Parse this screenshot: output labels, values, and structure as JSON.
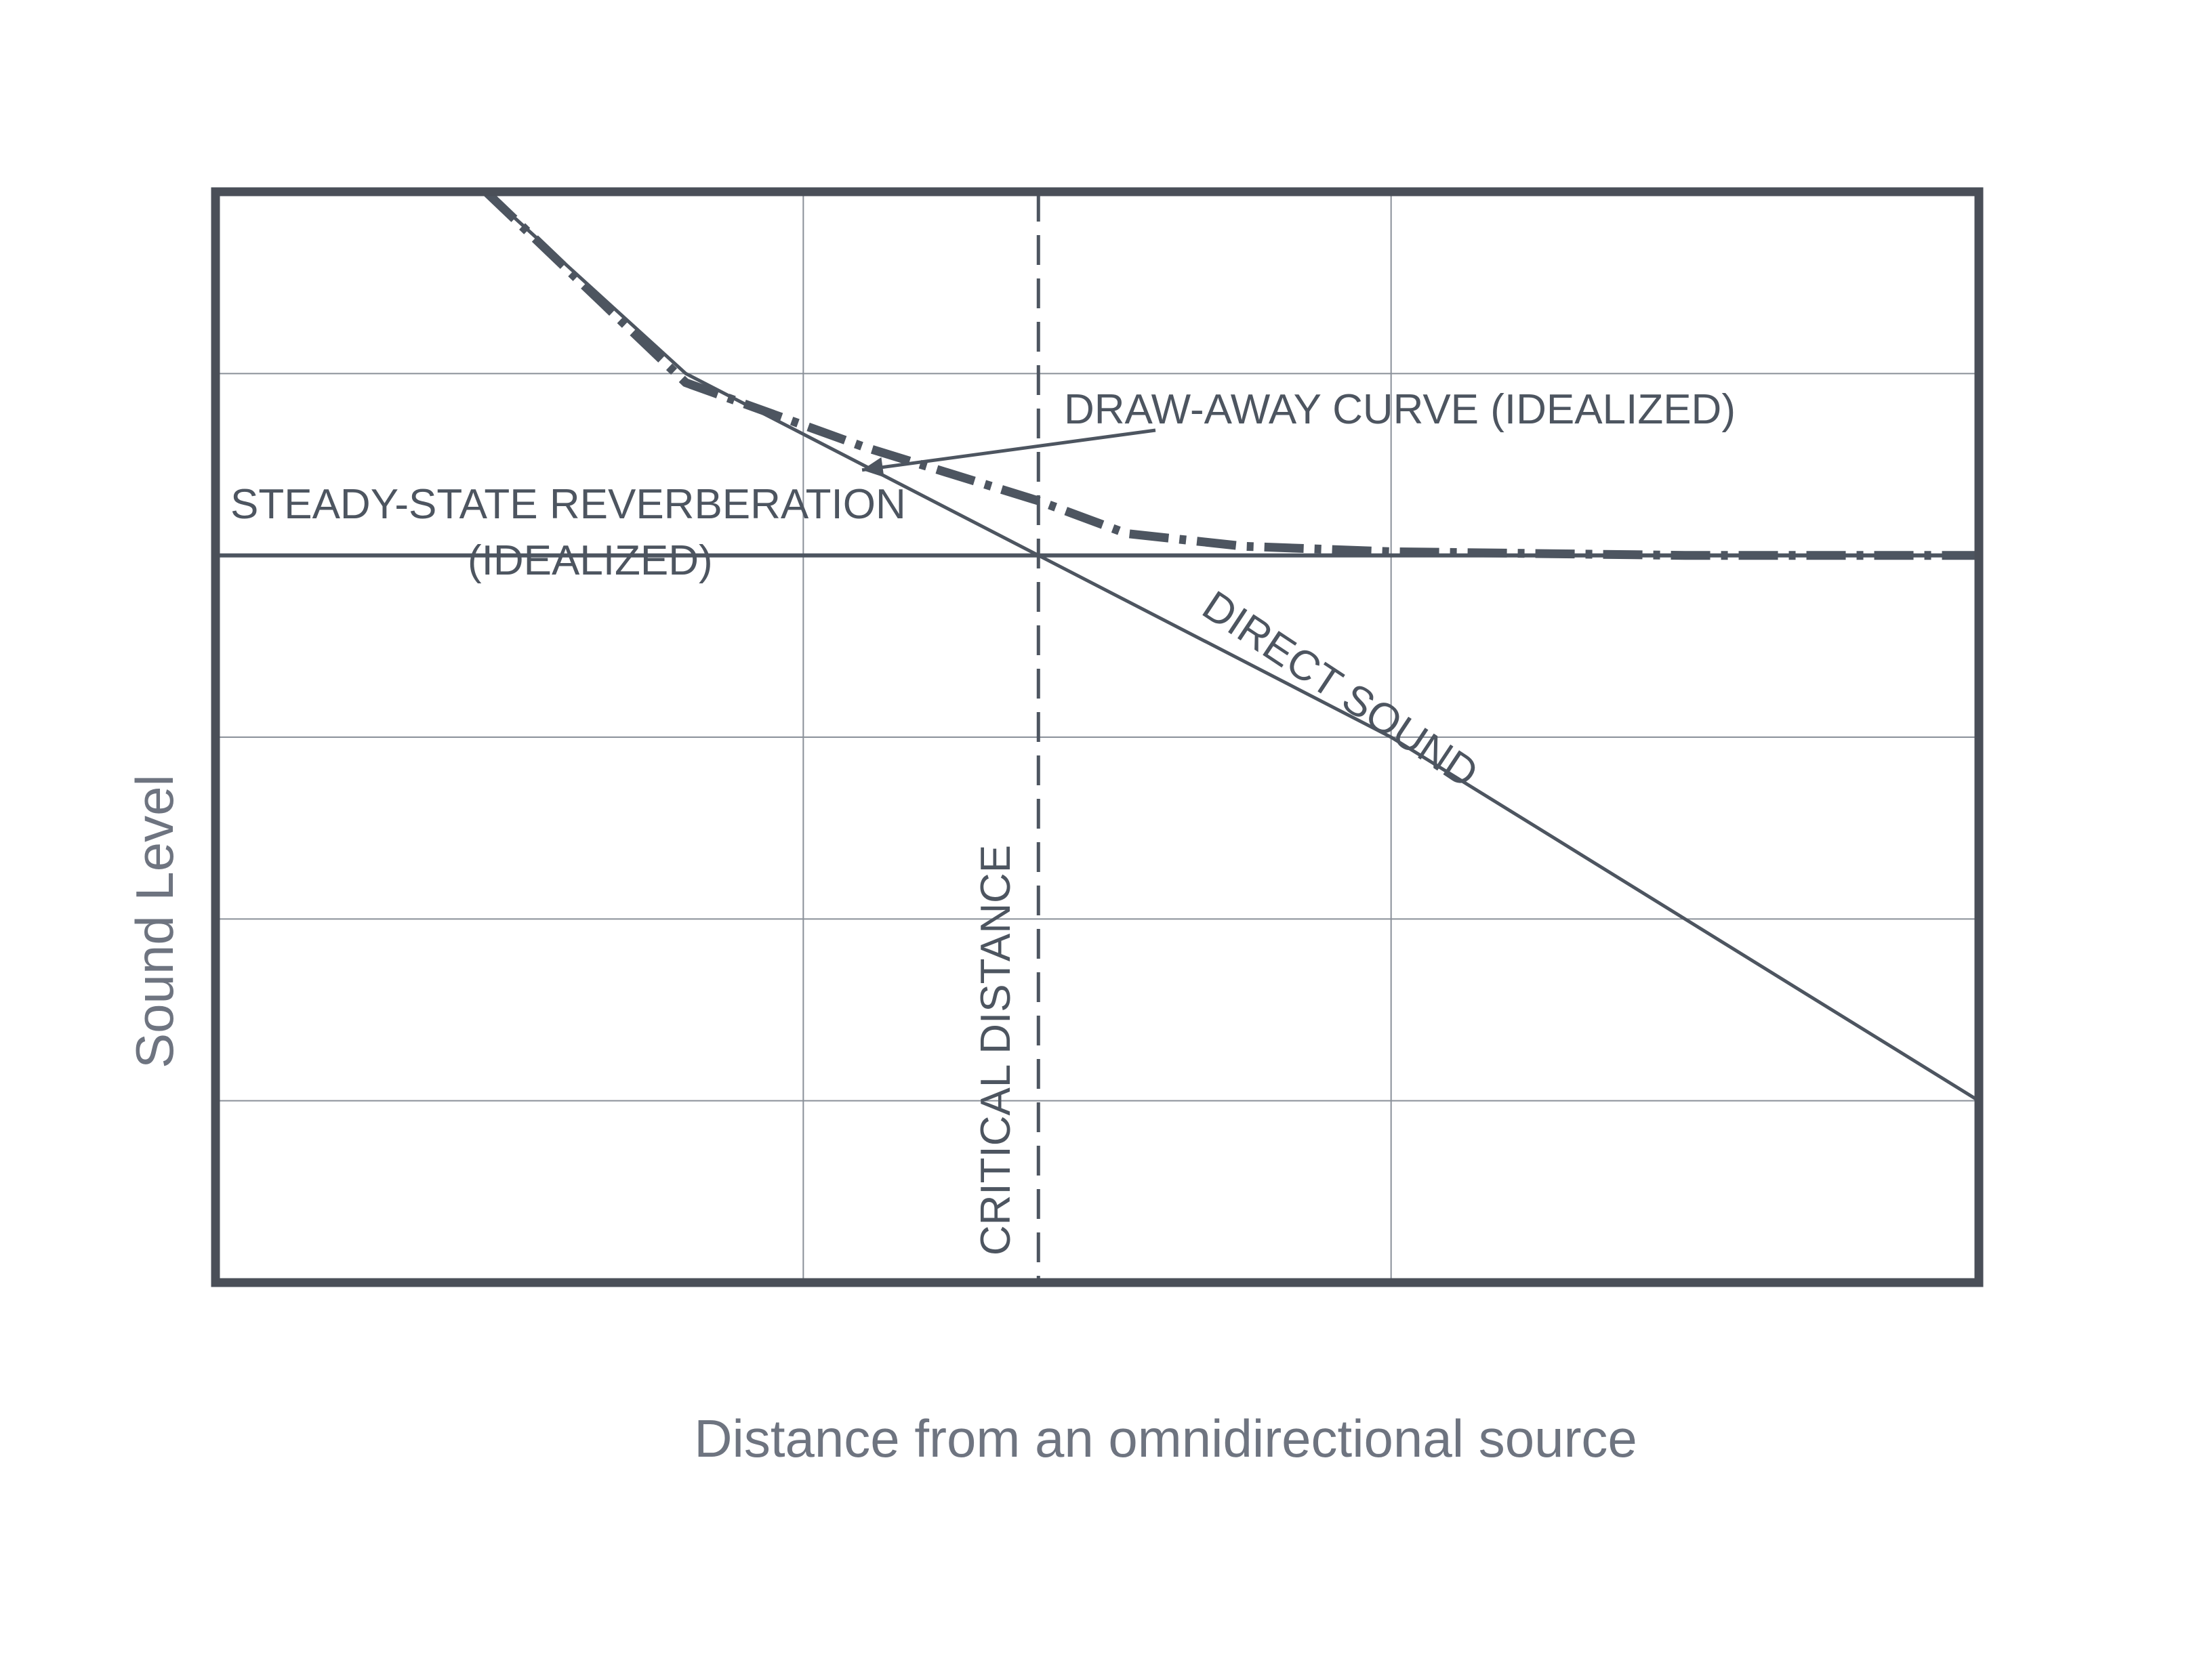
{
  "chart_data": {
    "type": "line",
    "xlabel": "Distance from an omnidirectional source",
    "ylabel": "Sound Level",
    "xlim": [
      0,
      6
    ],
    "ylim": [
      0,
      6
    ],
    "grid": true,
    "axis_ticks_labeled": false,
    "series": [
      {
        "name": "DIRECT SOUND",
        "style": "solid",
        "x": [
          0.92,
          1.6,
          2.8,
          4.0,
          6.0
        ],
        "y": [
          6.0,
          5.0,
          4.0,
          3.0,
          1.0
        ]
      },
      {
        "name": "STEADY-STATE REVERBERATION (IDEALIZED)",
        "style": "solid",
        "x": [
          0.0,
          6.0
        ],
        "y": [
          4.0,
          4.0
        ]
      },
      {
        "name": "DRAW-AWAY CURVE (IDEALIZED)",
        "style": "dash-dot",
        "x": [
          0.92,
          1.6,
          2.2,
          2.8,
          3.1,
          3.5,
          4.0,
          5.0,
          6.0
        ],
        "y": [
          6.0,
          4.95,
          4.6,
          4.3,
          4.12,
          4.05,
          4.02,
          4.0,
          4.0
        ]
      }
    ],
    "reference_lines": [
      {
        "orientation": "vertical",
        "x": 2.8,
        "style": "dashed",
        "label": "CRITICAL DISTANCE"
      }
    ],
    "annotations": {
      "draw_away_label": "DRAW-AWAY CURVE (IDEALIZED)",
      "steady_state_line1": "STEADY-STATE REVERBERATION",
      "steady_state_line2": "(IDEALIZED)",
      "direct_sound_label": "DIRECT SOUND",
      "critical_distance_label": "CRITICAL DISTANCE"
    },
    "colors": {
      "frame": "#4a4f58",
      "grid": "#8a9099",
      "line": "#4d5560",
      "text": "#4d5560",
      "axis_label": "#6e7480"
    }
  }
}
